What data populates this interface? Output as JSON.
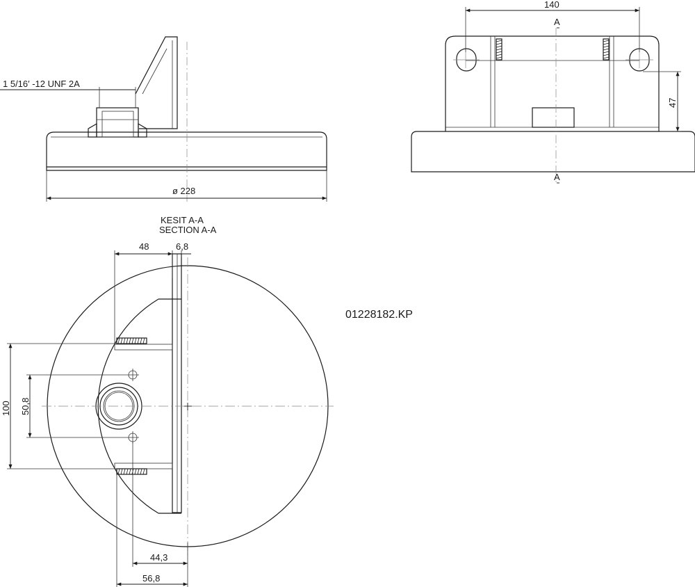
{
  "dimensions": {
    "thread_spec": "1 5/16′ -12 UNF 2A",
    "diameter": "ø 228",
    "hole_spacing": "140",
    "height": "47",
    "section_marker_top": "A",
    "section_marker_bottom": "A",
    "top_width": "48",
    "plate_thickness": "6,8",
    "bolt_spacing": "100",
    "hole_spacing_small": "50,8",
    "offset_a": "44,3",
    "offset_b": "56,8"
  },
  "section_title": {
    "line1": "KESIT A-A",
    "line2": "SECTION A-A"
  },
  "part_code": "01228182.KP"
}
